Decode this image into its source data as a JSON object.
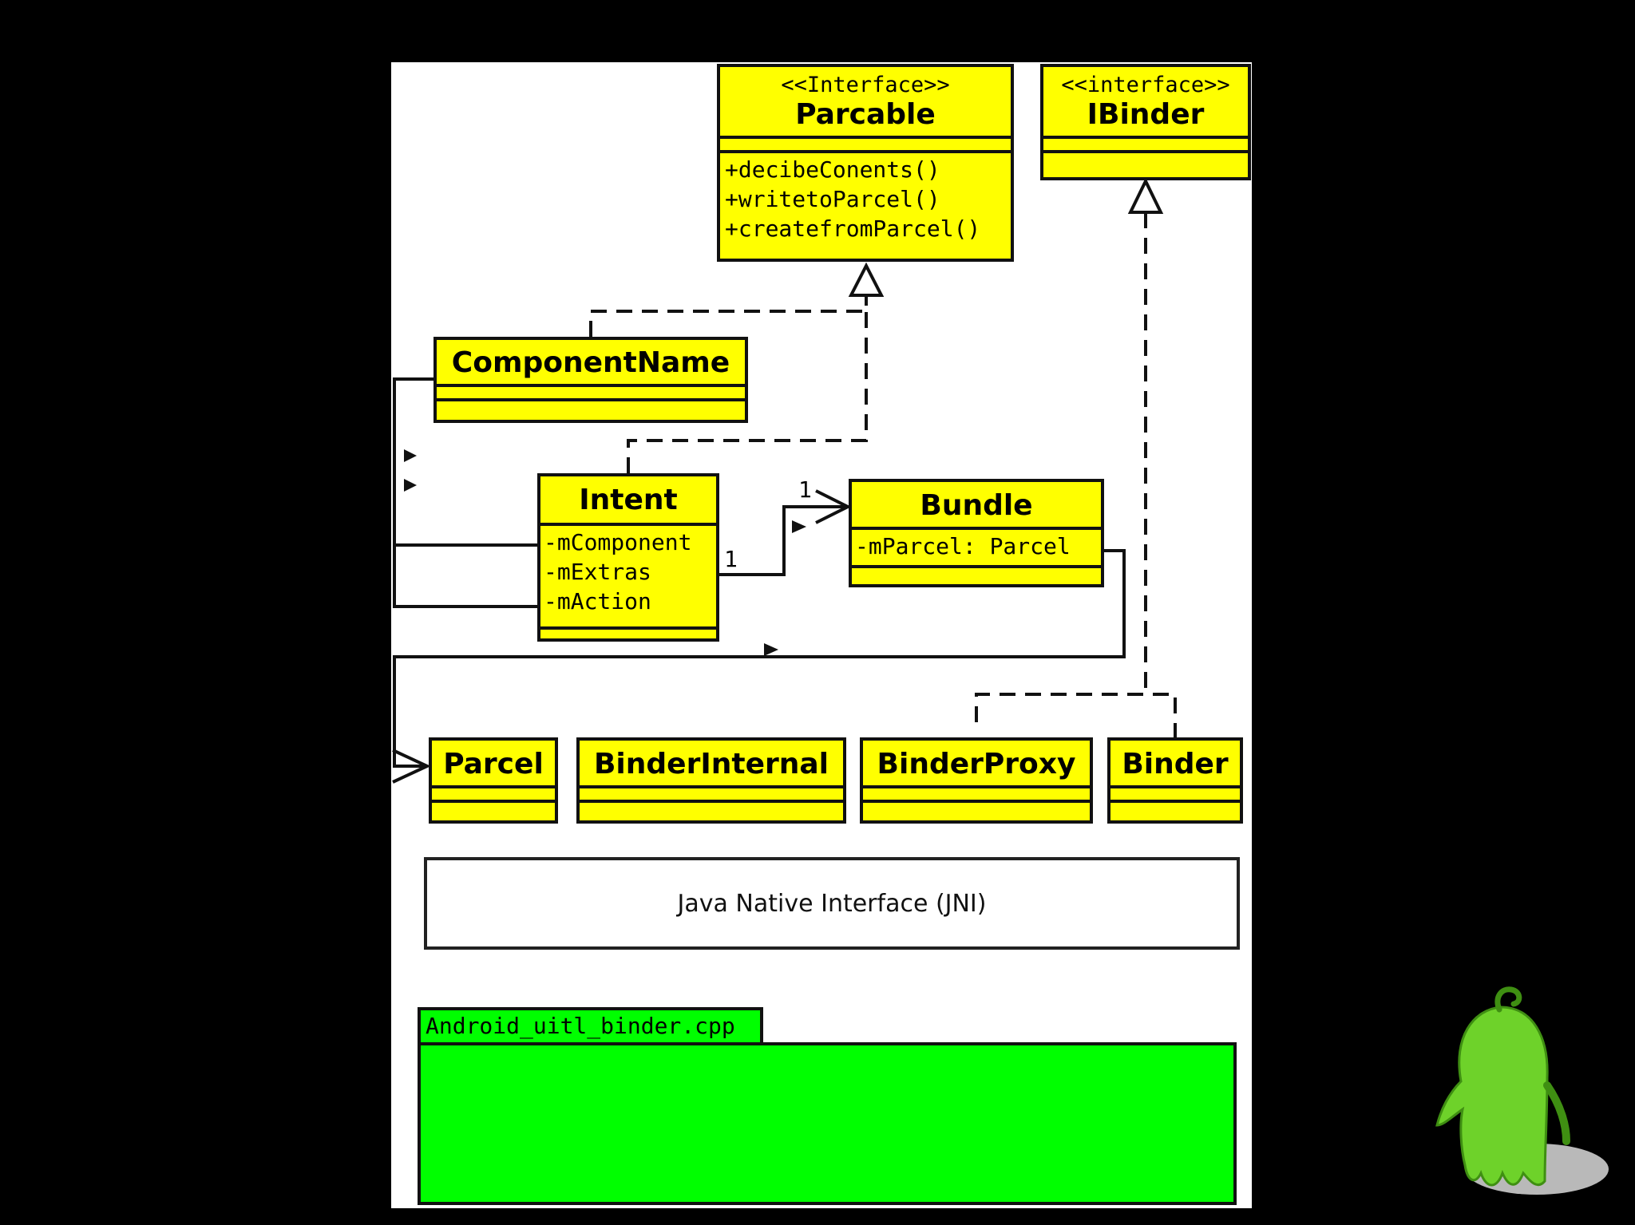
{
  "classes": {
    "parcable": {
      "stereotype": "<<Interface>>",
      "name": "Parcable",
      "methods": [
        "+decibeConents()",
        "+writetoParcel()",
        "+createfromParcel()"
      ]
    },
    "ibinder": {
      "stereotype": "<<interface>>",
      "name": "IBinder"
    },
    "component_name": {
      "name": "ComponentName"
    },
    "intent": {
      "name": "Intent",
      "attributes": [
        "-mComponent",
        "-mExtras",
        "-mAction"
      ]
    },
    "bundle": {
      "name": "Bundle",
      "attributes": [
        "-mParcel: Parcel"
      ]
    },
    "parcel": {
      "name": "Parcel"
    },
    "binder_internal": {
      "name": "BinderInternal"
    },
    "binder_proxy": {
      "name": "BinderProxy"
    },
    "binder": {
      "name": "Binder"
    }
  },
  "multiplicity": {
    "intent_end": "1",
    "bundle_end": "1"
  },
  "jni": {
    "label": "Java Native Interface (JNI)"
  },
  "package": {
    "name": "Android_uitl_binder.cpp"
  },
  "colors": {
    "class_fill": "#ffff00",
    "package_fill": "#00ff00",
    "mascot": "#6ed22a"
  }
}
